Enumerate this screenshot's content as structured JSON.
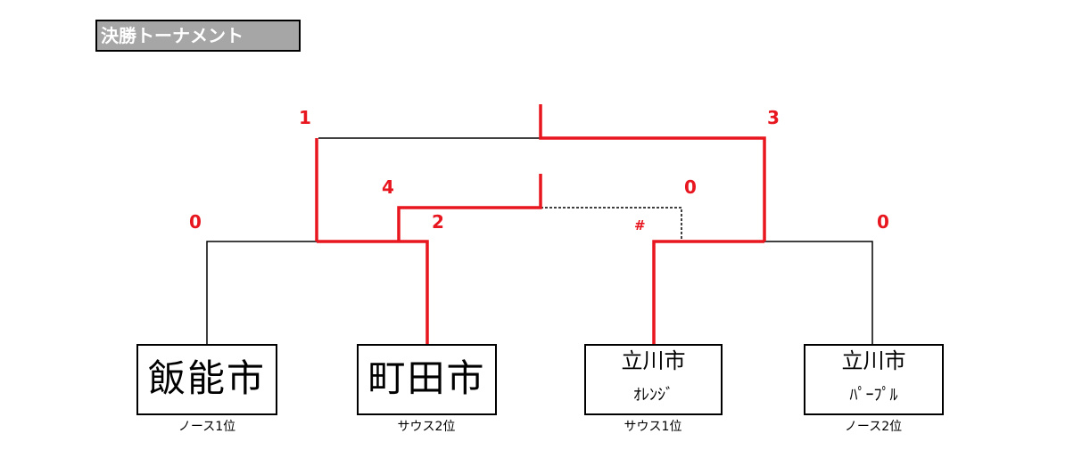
{
  "title": "決勝トーナメント",
  "scores": {
    "final_left": "1",
    "final_right": "3",
    "semi_left_top": "4",
    "semi_left_bottom": "2",
    "semi_right_top": "0",
    "semi_right_mark": "#",
    "first_left": "0",
    "first_right": "0"
  },
  "teams": [
    {
      "name": "飯能市",
      "sub": "",
      "rank": "ノース1位"
    },
    {
      "name": "町田市",
      "sub": "",
      "rank": "サウス2位"
    },
    {
      "name": "立川市",
      "sub": "ｵﾚﾝｼﾞ",
      "rank": "サウス1位"
    },
    {
      "name": "立川市",
      "sub": "ﾊﾟｰﾌﾟﾙ",
      "rank": "ノース2位"
    }
  ],
  "colors": {
    "winner_line": "#e8161e",
    "line": "#000000",
    "title_bg": "#a6a6a6"
  }
}
